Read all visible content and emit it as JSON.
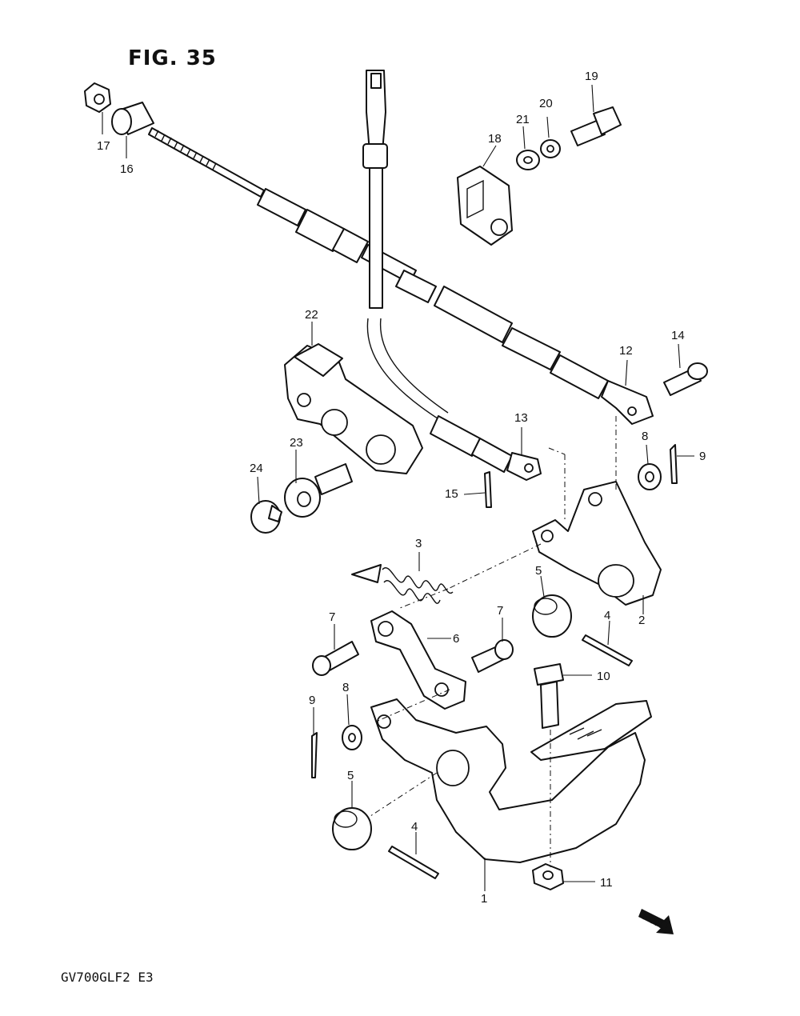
{
  "figure": {
    "title": "FIG. 35",
    "model_code": "GV700GLF2  E3",
    "fwd_label": "FWD"
  },
  "callouts": [
    {
      "id": "p1",
      "text": "1"
    },
    {
      "id": "p2",
      "text": "2"
    },
    {
      "id": "p3",
      "text": "3"
    },
    {
      "id": "p4a",
      "text": "4"
    },
    {
      "id": "p4b",
      "text": "4"
    },
    {
      "id": "p5a",
      "text": "5"
    },
    {
      "id": "p5b",
      "text": "5"
    },
    {
      "id": "p6",
      "text": "6"
    },
    {
      "id": "p7a",
      "text": "7"
    },
    {
      "id": "p7b",
      "text": "7"
    },
    {
      "id": "p8a",
      "text": "8"
    },
    {
      "id": "p8b",
      "text": "8"
    },
    {
      "id": "p9a",
      "text": "9"
    },
    {
      "id": "p9b",
      "text": "9"
    },
    {
      "id": "p10",
      "text": "10"
    },
    {
      "id": "p11",
      "text": "11"
    },
    {
      "id": "p12",
      "text": "12"
    },
    {
      "id": "p13",
      "text": "13"
    },
    {
      "id": "p14",
      "text": "14"
    },
    {
      "id": "p15",
      "text": "15"
    },
    {
      "id": "p16",
      "text": "16"
    },
    {
      "id": "p17",
      "text": "17"
    },
    {
      "id": "p18",
      "text": "18"
    },
    {
      "id": "p19",
      "text": "19"
    },
    {
      "id": "p20",
      "text": "20"
    },
    {
      "id": "p21",
      "text": "21"
    },
    {
      "id": "p22",
      "text": "22"
    },
    {
      "id": "p23",
      "text": "23"
    },
    {
      "id": "p24",
      "text": "24"
    }
  ]
}
